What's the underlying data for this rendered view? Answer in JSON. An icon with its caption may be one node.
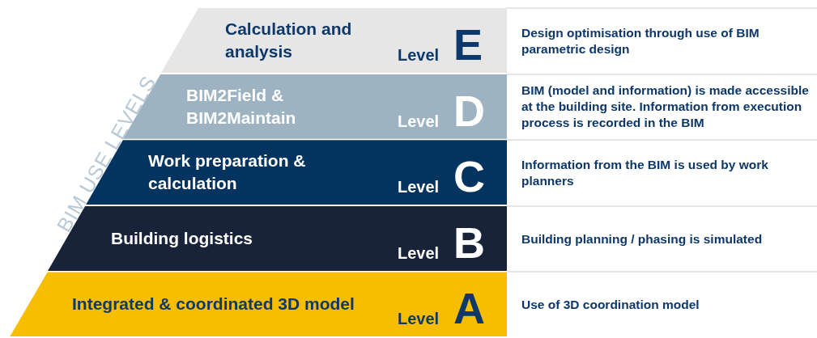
{
  "diagram": {
    "nodes": [
      {
        "text": [
          "Calculation and analysis",
          "Level",
          "E"
        ],
        "beside": [
          "Design optimisation through use of BIM parametric design"
        ]
      },
      {
        "text": [
          "BIM2Field & BIM2Maintain",
          "Level",
          "D"
        ],
        "beside": [
          "BIM (model and information) is made accessible at the building site. Information from execution process is recorded in the BIM"
        ]
      },
      {
        "text": [
          "Work preparation & calculation",
          "Level",
          "C"
        ],
        "beside": [
          "Information from the BIM is used by work planners"
        ]
      },
      {
        "text": [
          "Building logistics",
          "Level",
          "B"
        ],
        "beside": [
          "Building planning / phasing is simulated"
        ]
      },
      {
        "text": [
          "Integrated & coordinated 3D model",
          "Level",
          "A"
        ],
        "beside": [
          "Use of 3D coordination model"
        ]
      }
    ],
    "labels": [
      "BIM USE LEVELS"
    ]
  }
}
